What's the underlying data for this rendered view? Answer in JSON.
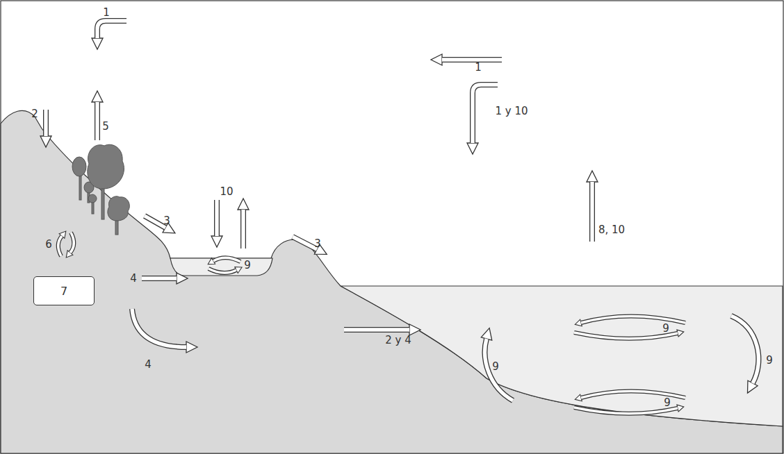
{
  "diagram": {
    "nodes": [
      {
        "text": [
          "7"
        ]
      }
    ],
    "labels": [
      "1",
      "1",
      "1 y 10",
      "2",
      "5",
      "10",
      "3",
      "8, 10",
      "3",
      "6",
      "4",
      "9",
      "9",
      "2 y 4",
      "4",
      "9",
      "9",
      "9"
    ]
  }
}
